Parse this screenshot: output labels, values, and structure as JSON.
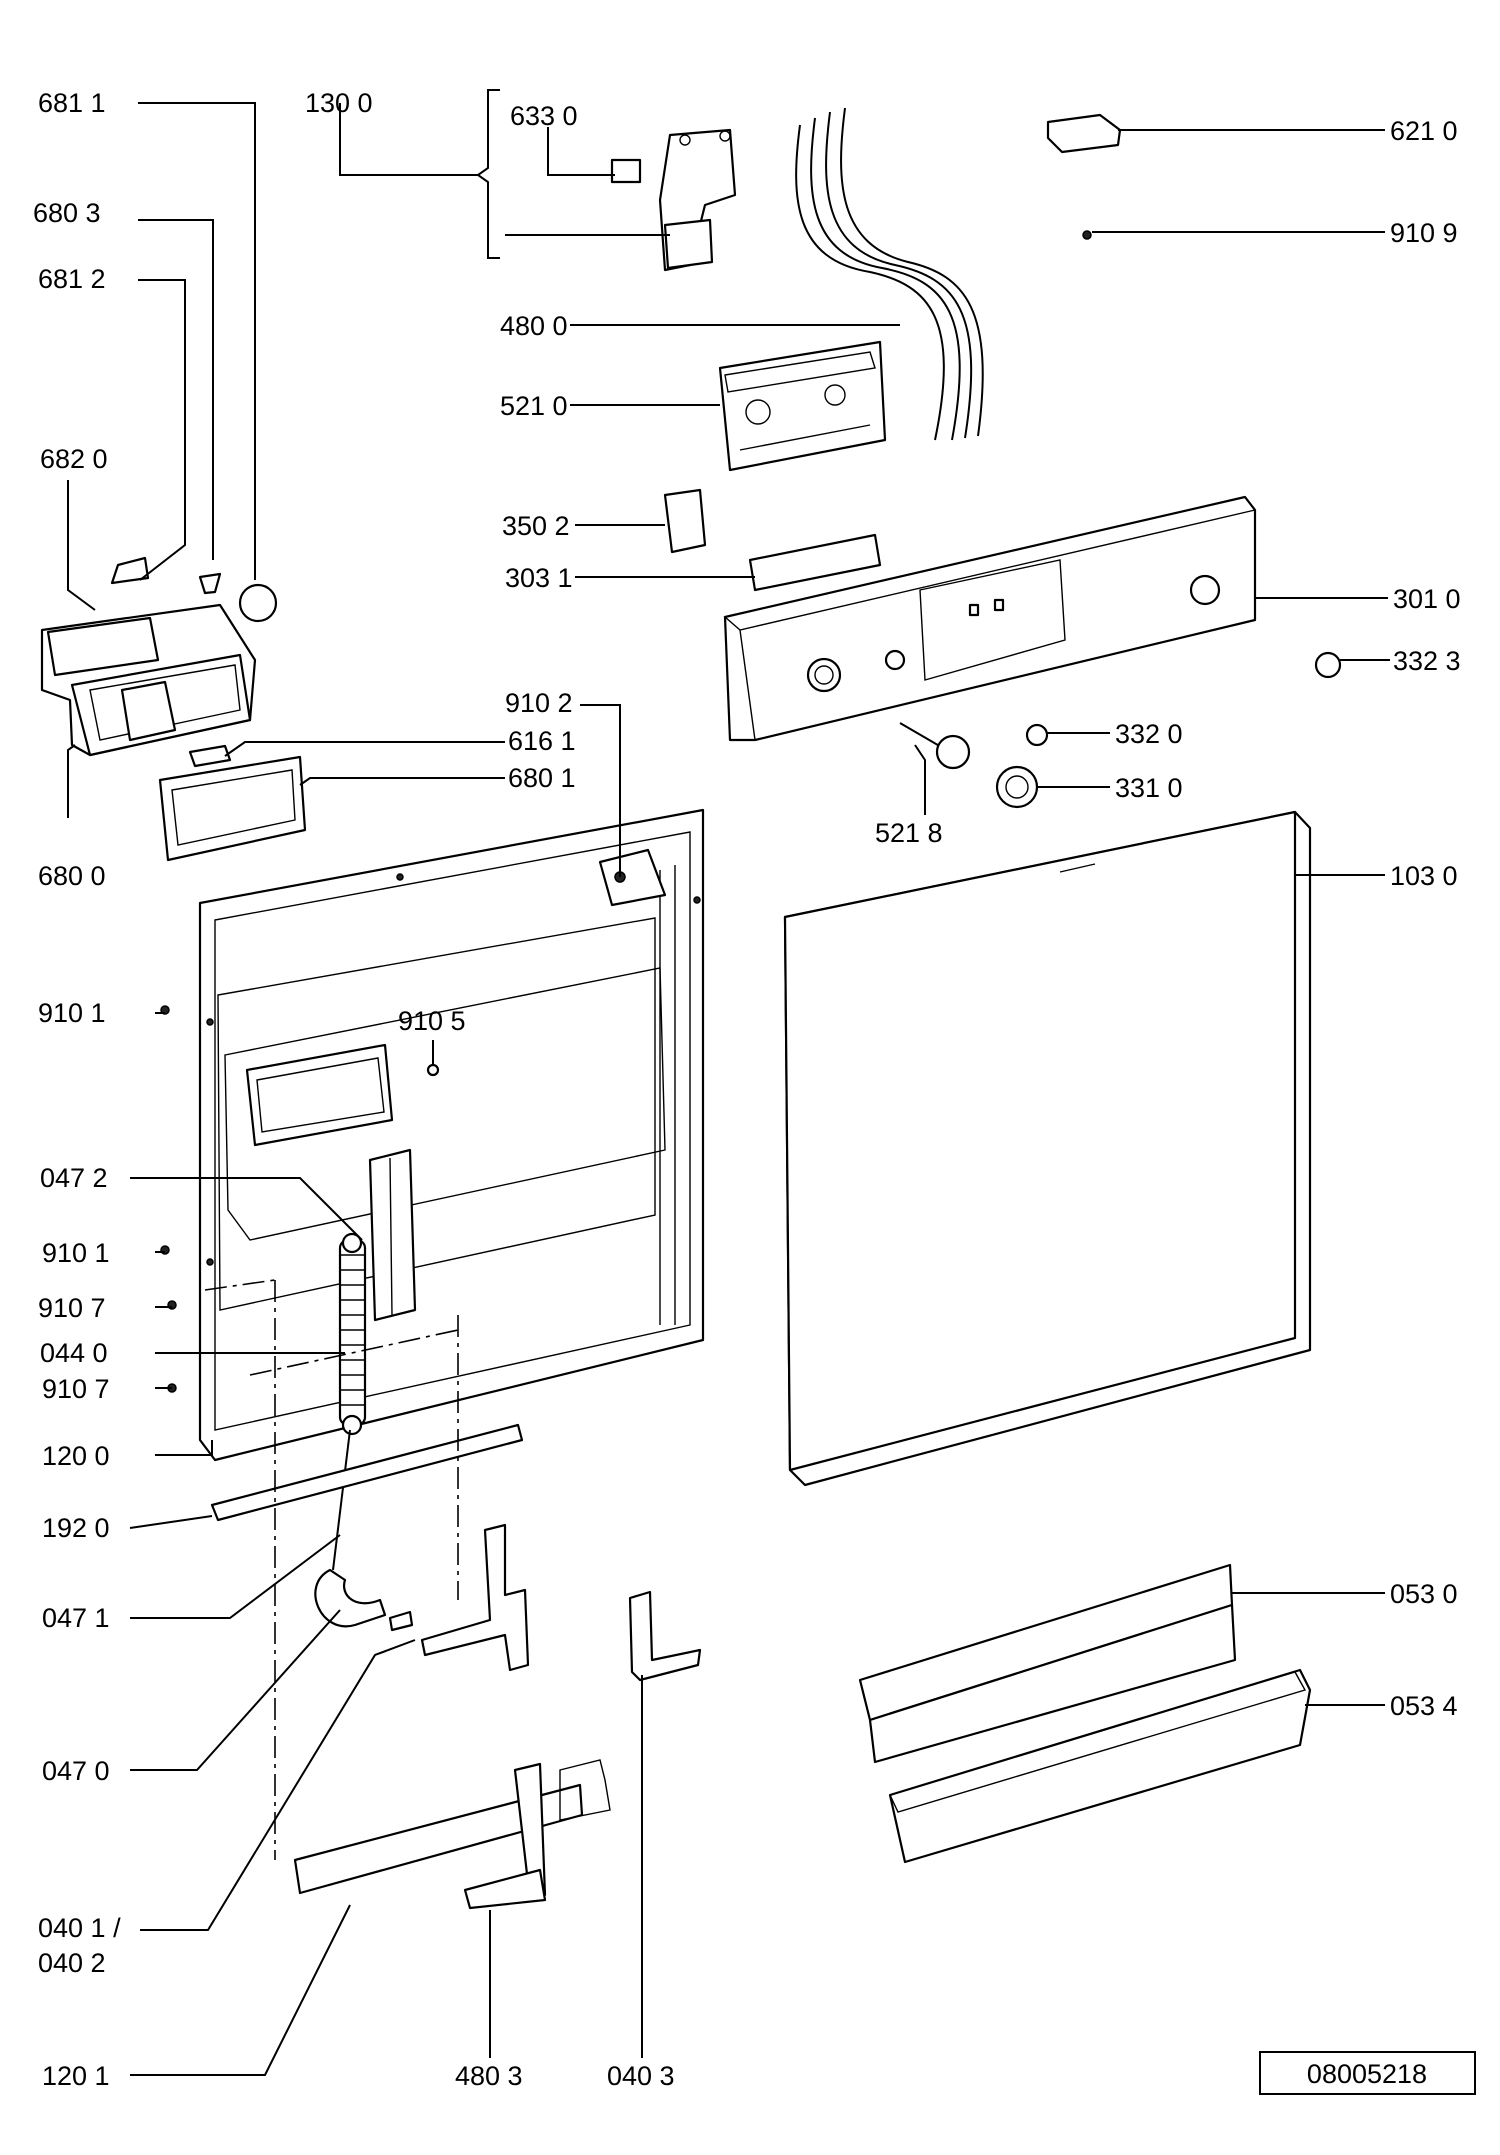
{
  "labels": {
    "l_681_1": "681 1",
    "l_680_3": "680 3",
    "l_681_2": "681 2",
    "l_682_0": "682 0",
    "l_680_0": "680 0",
    "l_130_0": "130 0",
    "l_633_0": "633 0",
    "l_480_0": "480 0",
    "l_521_0": "521 0",
    "l_350_2": "350 2",
    "l_303_1": "303 1",
    "l_621_0": "621 0",
    "l_910_9": "910 9",
    "l_301_0": "301 0",
    "l_332_3": "332 3",
    "l_910_2": "910 2",
    "l_616_1": "616 1",
    "l_680_1": "680 1",
    "l_332_0": "332 0",
    "l_331_0": "331 0",
    "l_521_8": "521 8",
    "l_103_0": "103 0",
    "l_910_1a": "910 1",
    "l_910_5": "910 5",
    "l_047_2": "047 2",
    "l_910_1b": "910 1",
    "l_910_7a": "910 7",
    "l_044_0": "044 0",
    "l_910_7b": "910 7",
    "l_120_0": "120 0",
    "l_192_0": "192 0",
    "l_047_1": "047 1",
    "l_047_0": "047 0",
    "l_040_1": "040 1 /",
    "l_040_2": "040 2",
    "l_120_1": "120 1",
    "l_480_3": "480 3",
    "l_040_3": "040 3",
    "l_053_0": "053 0",
    "l_053_4": "053 4"
  },
  "drawing_number": "08005218"
}
